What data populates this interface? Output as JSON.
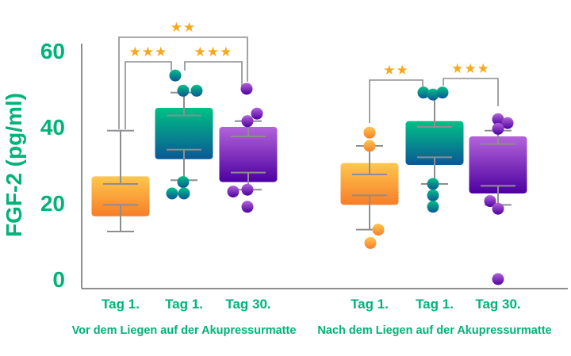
{
  "chart_data": {
    "type": "boxplot",
    "title": "",
    "ylabel": "FGF-2 (pg/ml)",
    "xlabel": "",
    "ylim": [
      0,
      60
    ],
    "yticks": [
      0,
      20,
      40,
      60
    ],
    "grid": false,
    "legend": "none",
    "sections": [
      {
        "label": "Vor dem Liegen auf der Akupressurmatte"
      },
      {
        "label": "Nach dem Liegen auf der Akupressurmatte"
      }
    ],
    "groups": [
      {
        "section": 0,
        "tick": "Tag 1.",
        "color": "orange",
        "top_cap": true,
        "whisker_top": 39,
        "box_top": 27,
        "inner_top": 25,
        "inner_bottom": 19.5,
        "box_bottom": 16.5,
        "whisker_bottom": 12.5,
        "points": []
      },
      {
        "section": 0,
        "tick": "Tag 1.",
        "color": "teal",
        "top_cap": true,
        "whisker_top": 49,
        "box_top": 45,
        "inner_top": 43,
        "inner_bottom": 34,
        "box_bottom": 31.5,
        "whisker_bottom": 26,
        "points": [
          {
            "v": 53.5,
            "dx": -11
          },
          {
            "v": 49.5,
            "dx": -1
          },
          {
            "v": 49.5,
            "dx": 16
          },
          {
            "v": 25.5,
            "dx": -1
          },
          {
            "v": 22.5,
            "dx": -15
          },
          {
            "v": 22.5,
            "dx": 0
          }
        ]
      },
      {
        "section": 0,
        "tick": "Tag 30.",
        "color": "purple",
        "top_cap": true,
        "whisker_top": 41.5,
        "box_top": 40,
        "inner_top": 37.5,
        "inner_bottom": 28,
        "box_bottom": 25.5,
        "whisker_bottom": 23.5,
        "points": [
          {
            "v": 50,
            "dx": -2
          },
          {
            "v": 43.5,
            "dx": 11
          },
          {
            "v": 41.5,
            "dx": -1
          },
          {
            "v": 23,
            "dx": -19
          },
          {
            "v": 23.5,
            "dx": -1
          },
          {
            "v": 19,
            "dx": -1
          }
        ]
      },
      {
        "section": 1,
        "tick": "Tag 1.",
        "color": "orange",
        "top_cap": true,
        "whisker_top": 35,
        "box_top": 30.5,
        "inner_top": 27.5,
        "inner_bottom": 22,
        "box_bottom": 19.5,
        "whisker_bottom": 13,
        "points": [
          {
            "v": 38.5,
            "dx": 0
          },
          {
            "v": 35,
            "dx": 0
          },
          {
            "v": 13,
            "dx": 11
          },
          {
            "v": 9.5,
            "dx": 1
          }
        ]
      },
      {
        "section": 1,
        "tick": "Tag 1.",
        "color": "teal",
        "top_cap": false,
        "whisker_top": 49,
        "box_top": 41.5,
        "inner_top": 40,
        "inner_bottom": 32,
        "box_bottom": 30,
        "whisker_bottom": 25,
        "points": [
          {
            "v": 49,
            "dx": -14
          },
          {
            "v": 48.5,
            "dx": -2
          },
          {
            "v": 49,
            "dx": 10
          },
          {
            "v": 25,
            "dx": -2
          },
          {
            "v": 22,
            "dx": -2
          },
          {
            "v": 19,
            "dx": -2
          }
        ]
      },
      {
        "section": 1,
        "tick": "Tag 30.",
        "color": "purple",
        "top_cap": true,
        "whisker_top": 39,
        "box_top": 37.5,
        "inner_top": 35.5,
        "inner_bottom": 24.5,
        "box_bottom": 22.5,
        "whisker_bottom": 19.5,
        "points": [
          {
            "v": 42,
            "dx": 0
          },
          {
            "v": 41,
            "dx": 12
          },
          {
            "v": 39.5,
            "dx": 0
          },
          {
            "v": 20.5,
            "dx": -10
          },
          {
            "v": 18.5,
            "dx": 0
          },
          {
            "v": 0,
            "dx": 0
          }
        ]
      }
    ],
    "comparisons": [
      {
        "a": 0,
        "b": 1,
        "stars": 3,
        "significance": "***"
      },
      {
        "a": 1,
        "b": 2,
        "stars": 3,
        "significance": "***"
      },
      {
        "a": 0,
        "b": 2,
        "stars": 2,
        "significance": "**"
      },
      {
        "a": 3,
        "b": 4,
        "stars": 2,
        "significance": "**"
      },
      {
        "a": 4,
        "b": 5,
        "stars": 3,
        "significance": "***"
      }
    ],
    "colors": {
      "text_green": "#00B377",
      "star_amber": "#F7A81D",
      "line_gray": "#8C8E90",
      "orange": [
        "#FCC84F",
        "#F87D28"
      ],
      "teal": [
        "#00C185",
        "#0B5795"
      ],
      "purple": [
        "#B364DA",
        "#4D00A0"
      ]
    }
  }
}
